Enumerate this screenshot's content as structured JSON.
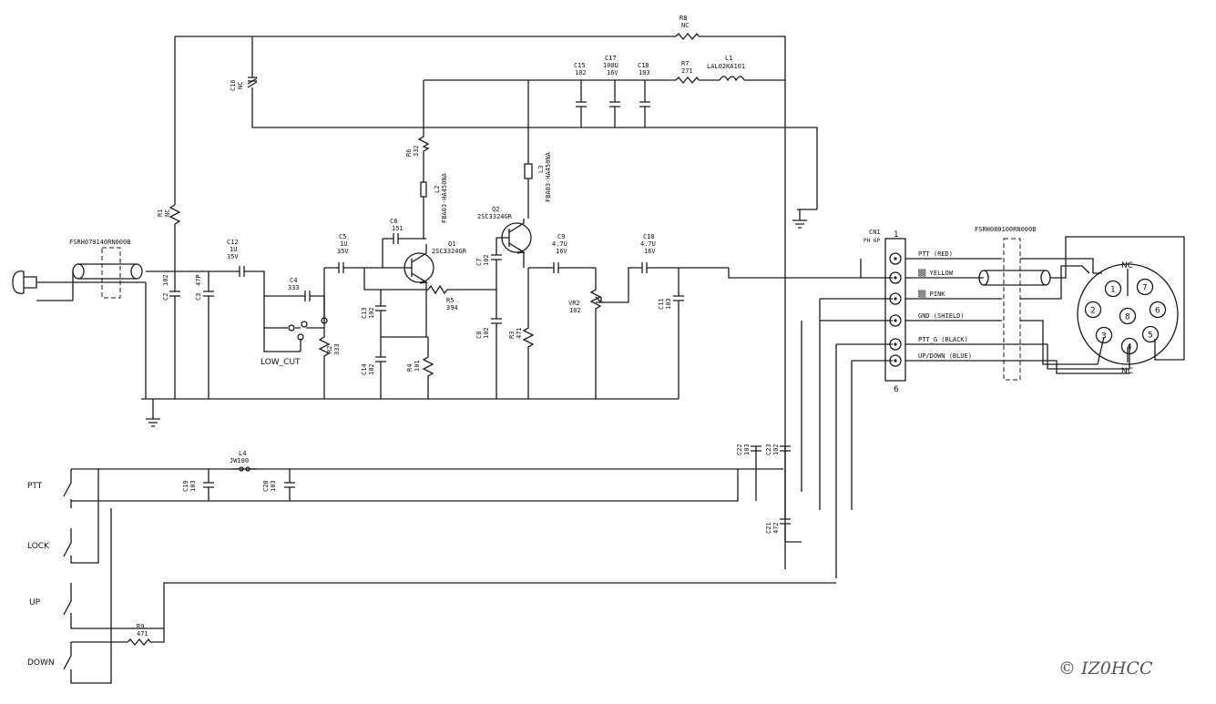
{
  "labels": {
    "r8": [
      "R8",
      "NC"
    ],
    "c16": [
      "C16",
      "NC"
    ],
    "r1": [
      "R1",
      "NC"
    ],
    "c15": [
      "C15",
      "102"
    ],
    "c17": [
      "C17",
      "100U",
      "16V"
    ],
    "c18": [
      "C18",
      "103"
    ],
    "r7": [
      "R7",
      "271"
    ],
    "l1": [
      "L1",
      "LAL02KA101"
    ],
    "r6": [
      "R6",
      "332"
    ],
    "l2": [
      "L2",
      "FBA03-HA450NA"
    ],
    "l3": [
      "L3",
      "FBA03-HA450NA"
    ],
    "q2": [
      "Q2",
      "2SC3324GR"
    ],
    "q1": [
      "Q1",
      "2SC3324GR"
    ],
    "c6": [
      "C6",
      "151"
    ],
    "c5": [
      "C5",
      "1U",
      "35V"
    ],
    "c12": [
      "C12",
      "1U",
      "35V"
    ],
    "c4": [
      "C4",
      "333"
    ],
    "c2": [
      "C2",
      "102"
    ],
    "c3": [
      "C3",
      "47P"
    ],
    "c13": [
      "C13",
      "102"
    ],
    "c14": [
      "C14",
      "102"
    ],
    "c7": [
      "C7",
      "102"
    ],
    "c8": [
      "C8",
      "102"
    ],
    "c9": [
      "C9",
      "4.7U",
      "16V"
    ],
    "c10": [
      "C10",
      "4.7U",
      "16V"
    ],
    "c11": [
      "C11",
      "103"
    ],
    "r5": [
      "R5",
      "394"
    ],
    "r2": [
      "R2",
      "333"
    ],
    "r4": [
      "R4",
      "101"
    ],
    "r3": [
      "R3",
      "471"
    ],
    "vr2": [
      "VR2",
      "102"
    ],
    "c22": [
      "C22",
      "103"
    ],
    "c23": [
      "C23",
      "102"
    ],
    "c21": [
      "C21",
      "472"
    ],
    "c19": [
      "C19",
      "103"
    ],
    "c20": [
      "C20",
      "103"
    ],
    "l4": [
      "L4",
      "JW100"
    ],
    "r9": [
      "R9",
      "471"
    ],
    "cn1": [
      "CN1",
      "PH 6P"
    ]
  },
  "plug_left": "FSRH070140RN000B",
  "plug_right": "FSRH080100RN000B",
  "low_cut": "LOW_CUT",
  "cn1_first_pin": "1",
  "cn1_last_pin": "6",
  "cn1_pins": [
    "PTT (RED)",
    "YELLOW",
    "PINK",
    "GND (SHIELD)",
    "PTT_G (BLACK)",
    "UP/DOWN (BLUE)"
  ],
  "cn1_pin_prefixes": [
    "",
    "▒▒",
    "▒▒",
    "",
    "",
    ""
  ],
  "switches": [
    "PTT",
    "LOCK",
    "UP",
    "DOWN"
  ],
  "mic_connector": {
    "pins": [
      "1",
      "2",
      "3",
      "4",
      "5",
      "6",
      "7",
      "8"
    ],
    "nc_top": "NC",
    "nc_bottom": "NC"
  },
  "copyright": "© IZ0HCC"
}
